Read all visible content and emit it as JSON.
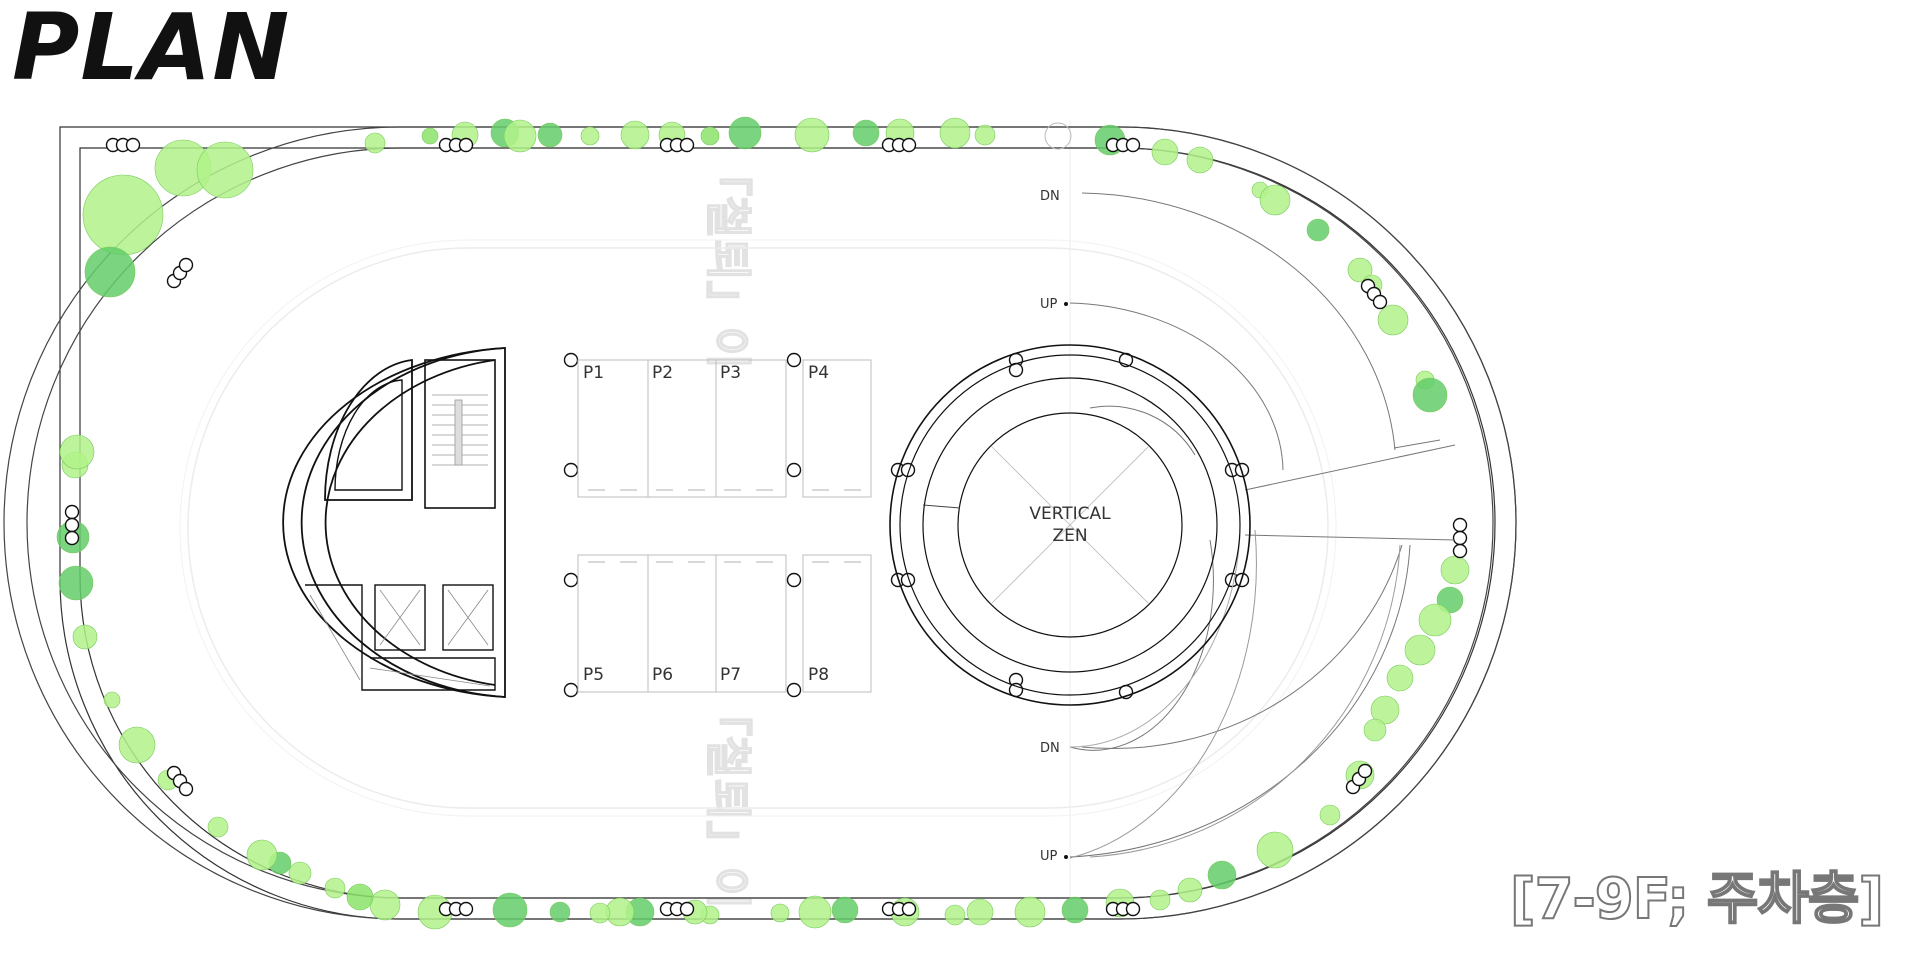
{
  "title": "PLAN",
  "floor_label": "[7-9F; 주차층]",
  "core_label_line1": "VERTICAL",
  "core_label_line2": "ZEN",
  "ramp_labels": {
    "dn_top": "DN",
    "up_top": "UP",
    "dn_bottom": "DN",
    "up_bottom": "UP"
  },
  "parking_spaces": [
    "P1",
    "P2",
    "P3",
    "P4",
    "P5",
    "P6",
    "P7",
    "P8"
  ],
  "watermark_text": "「철퇴」이",
  "colors": {
    "tree_light": "#b2f28a",
    "tree_mid": "#8be36a",
    "tree_dark": "#63cc6a",
    "line": "#222222",
    "faint": "#e6e6e6"
  }
}
